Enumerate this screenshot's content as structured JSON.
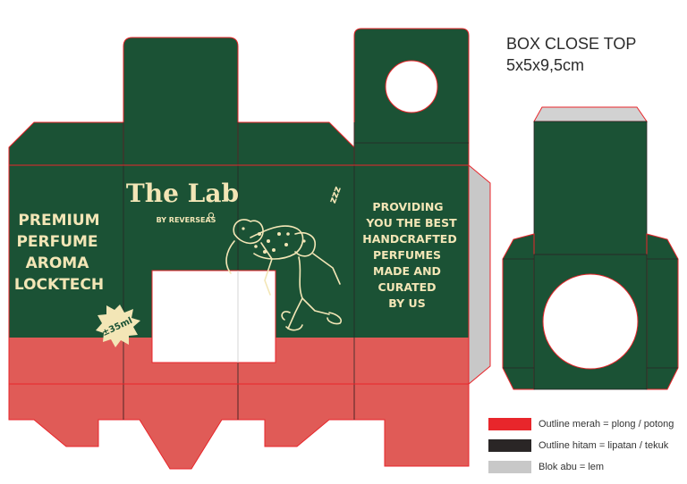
{
  "heading": {
    "title": "BOX CLOSE TOP",
    "size": "5x5x9,5cm"
  },
  "panel_left": {
    "lines": [
      "PREMIUM",
      "PERFUME",
      "AROMA",
      "LOCKTECH"
    ]
  },
  "volume_badge": "±35ml",
  "brand": {
    "name": "The Lab",
    "byline": "BY REVERSEAS",
    "doodle_text": "zzz"
  },
  "panel_right": {
    "lines": [
      "PROVIDING",
      "YOU THE BEST",
      "HANDCRAFTED",
      "PERFUMES",
      "MADE AND",
      "CURATED",
      "BY US"
    ]
  },
  "legend": [
    {
      "label": "Outline merah = plong / potong",
      "color": "#e8262b"
    },
    {
      "label": "Outline hitam = lipatan / tekuk",
      "color": "#2a2626"
    },
    {
      "label": "Blok abu = lem",
      "color": "#c8c8c8"
    }
  ],
  "colors": {
    "green": "#1b5235",
    "coral": "#e05b57",
    "cream": "#f3e6b6",
    "glue_gray": "#c8c8c8",
    "cut_red": "#e8262b",
    "fold_dark": "#2a2626"
  }
}
